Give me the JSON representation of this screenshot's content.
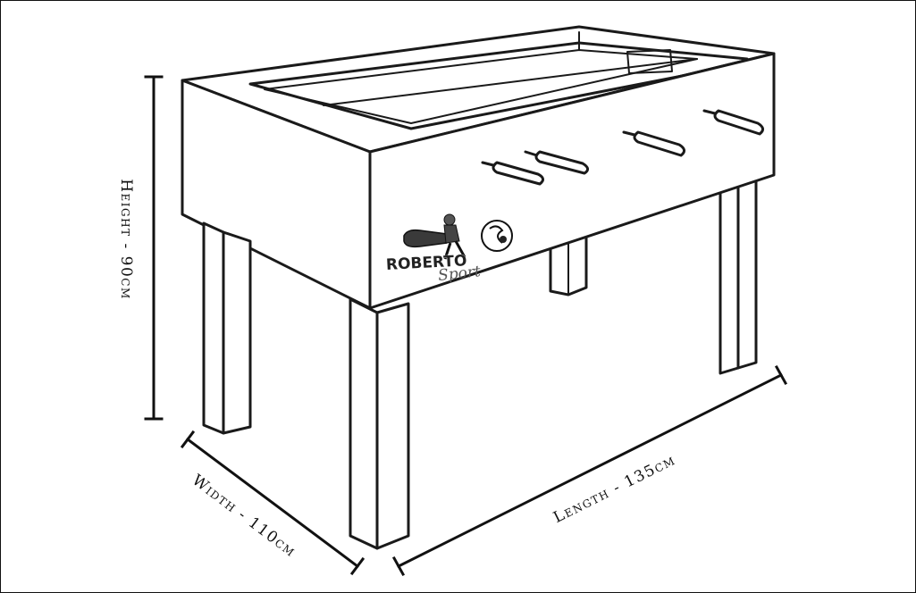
{
  "dimensions": {
    "height": "Height - 90cm",
    "width": "Width - 110cm",
    "length": "Length - 135cm"
  },
  "brand": {
    "name": "ROBERTO",
    "script": "Sport"
  },
  "colors": {
    "line": "#1a1a1a",
    "background": "#ffffff"
  }
}
